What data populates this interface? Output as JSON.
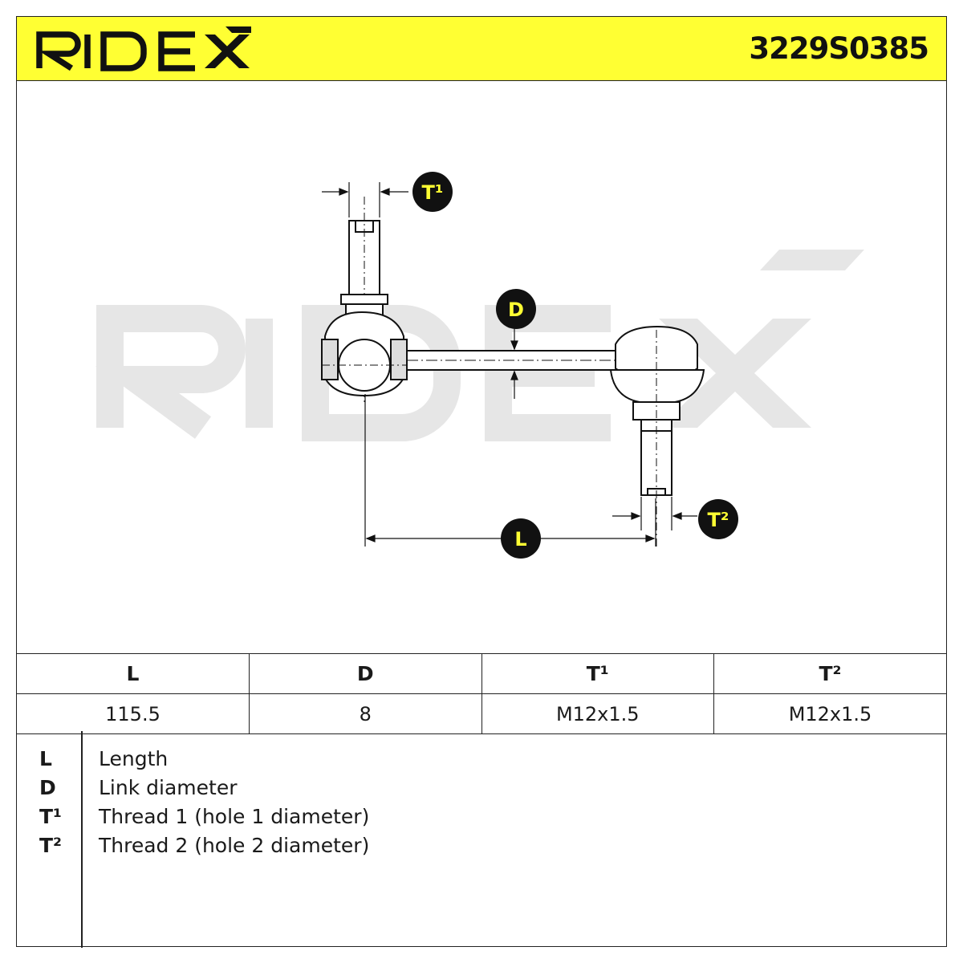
{
  "header": {
    "brand": "RIDEX",
    "part_number": "3229S0385"
  },
  "drawing": {
    "watermark": "RIDEX",
    "callouts": {
      "t1": "T¹",
      "d": "D",
      "l": "L",
      "t2": "T²"
    }
  },
  "spec_table": {
    "headers": [
      "L",
      "D",
      "T¹",
      "T²"
    ],
    "values": [
      "115.5",
      "8",
      "M12x1.5",
      "M12x1.5"
    ]
  },
  "legend": [
    {
      "key": "L",
      "description": "Length"
    },
    {
      "key": "D",
      "description": "Link diameter"
    },
    {
      "key": "T¹",
      "description": "Thread 1 (hole 1 diameter)"
    },
    {
      "key": "T²",
      "description": "Thread 2 (hole 2 diameter)"
    }
  ],
  "colors": {
    "header_bg": "#ffff33",
    "callout_bg": "#111111",
    "callout_text": "#ffff33",
    "watermark": "#e6e6e6"
  }
}
